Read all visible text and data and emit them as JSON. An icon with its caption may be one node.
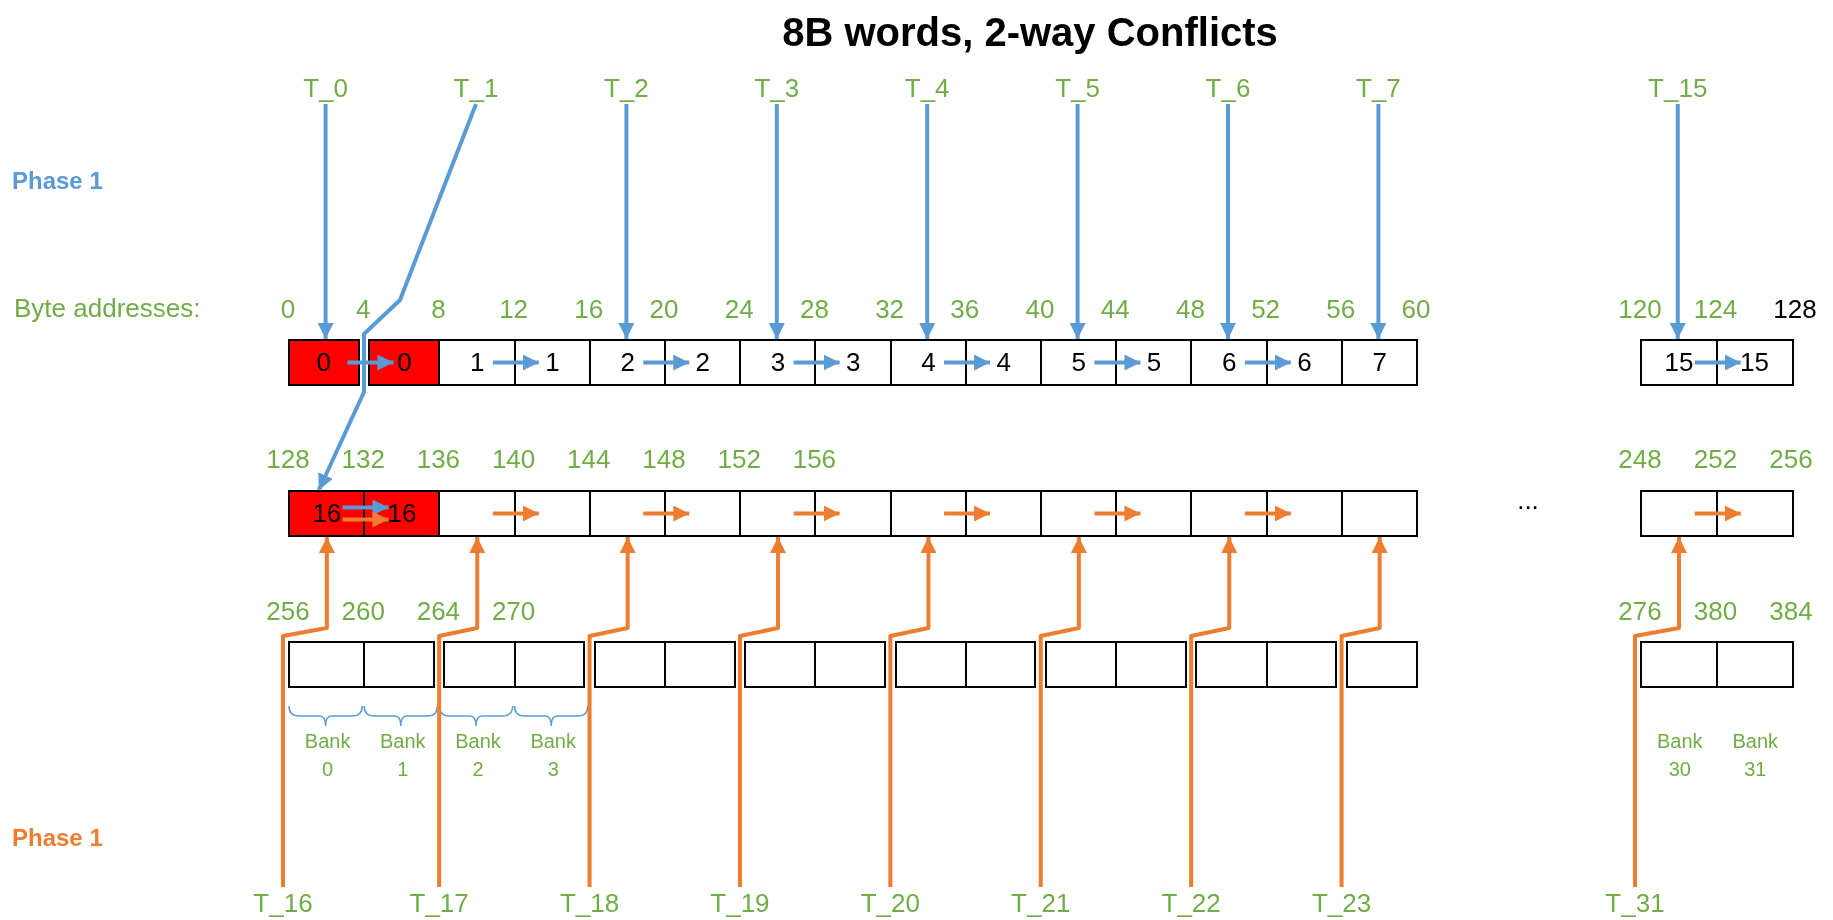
{
  "diagram": {
    "title": "8B words, 2-way Conflicts",
    "nodes": [
      {
        "text": [
          "T_0"
        ]
      },
      {
        "text": [
          "T_1"
        ]
      },
      {
        "text": [
          "T_2"
        ]
      },
      {
        "text": [
          "T_3"
        ]
      },
      {
        "text": [
          "T_4"
        ]
      },
      {
        "text": [
          "T_5"
        ]
      },
      {
        "text": [
          "T_6"
        ]
      },
      {
        "text": [
          "T_7"
        ]
      },
      {
        "text": [
          "T_15"
        ]
      },
      {
        "text": [
          "0"
        ]
      },
      {
        "text": [
          "0"
        ]
      },
      {
        "text": [
          "1"
        ]
      },
      {
        "text": [
          "1"
        ]
      },
      {
        "text": [
          "2"
        ]
      },
      {
        "text": [
          "2"
        ]
      },
      {
        "text": [
          "3"
        ]
      },
      {
        "text": [
          "3"
        ]
      },
      {
        "text": [
          "4"
        ]
      },
      {
        "text": [
          "4"
        ]
      },
      {
        "text": [
          "5"
        ]
      },
      {
        "text": [
          "5"
        ]
      },
      {
        "text": [
          "6"
        ]
      },
      {
        "text": [
          "6"
        ]
      },
      {
        "text": [
          "7"
        ]
      },
      {
        "text": [
          "15"
        ]
      },
      {
        "text": [
          "15"
        ]
      },
      {
        "text": [
          "16"
        ]
      },
      {
        "text": [
          "16"
        ]
      },
      {
        "text": [],
        "shape": "box"
      },
      {
        "text": [],
        "shape": "box"
      },
      {
        "text": [],
        "shape": "box"
      },
      {
        "text": [],
        "shape": "box"
      },
      {
        "text": [],
        "shape": "box"
      },
      {
        "text": [],
        "shape": "box"
      },
      {
        "text": [],
        "shape": "box"
      },
      {
        "text": [],
        "shape": "box"
      },
      {
        "text": [],
        "shape": "box"
      },
      {
        "text": [],
        "shape": "box"
      },
      {
        "text": [],
        "shape": "box"
      },
      {
        "text": [],
        "shape": "box"
      },
      {
        "text": [],
        "shape": "box"
      },
      {
        "text": [],
        "shape": "box"
      },
      {
        "text": [],
        "shape": "box"
      },
      {
        "text": [],
        "shape": "box"
      },
      {
        "text": [],
        "shape": "box"
      },
      {
        "text": [],
        "shape": "box"
      },
      {
        "text": [],
        "shape": "box"
      },
      {
        "text": [],
        "shape": "box"
      },
      {
        "text": [],
        "shape": "box"
      },
      {
        "text": [],
        "shape": "box"
      },
      {
        "text": [],
        "shape": "box"
      },
      {
        "text": [],
        "shape": "box"
      },
      {
        "text": [],
        "shape": "box"
      },
      {
        "text": [],
        "shape": "box"
      },
      {
        "text": [],
        "shape": "box"
      },
      {
        "text": [],
        "shape": "box"
      },
      {
        "text": [],
        "shape": "box"
      },
      {
        "text": [],
        "shape": "box"
      },
      {
        "text": [],
        "shape": "box"
      },
      {
        "text": [],
        "shape": "box"
      },
      {
        "text": [
          "T_16"
        ]
      },
      {
        "text": [
          "T_17"
        ]
      },
      {
        "text": [
          "T_18"
        ]
      },
      {
        "text": [
          "T_19"
        ]
      },
      {
        "text": [
          "T_20"
        ]
      },
      {
        "text": [
          "T_21"
        ]
      },
      {
        "text": [
          "T_22"
        ]
      },
      {
        "text": [
          "T_23"
        ]
      },
      {
        "text": [
          "T_31"
        ]
      }
    ],
    "edges": [
      {
        "from": 0,
        "to": 9,
        "arrow": "to",
        "color": "#5b9bd5"
      },
      {
        "from": 1,
        "to": 26,
        "arrow": "to",
        "color": "#5b9bd5"
      },
      {
        "from": 2,
        "to": 13,
        "arrow": "to",
        "color": "#5b9bd5"
      },
      {
        "from": 3,
        "to": 15,
        "arrow": "to",
        "color": "#5b9bd5"
      },
      {
        "from": 4,
        "to": 17,
        "arrow": "to",
        "color": "#5b9bd5"
      },
      {
        "from": 5,
        "to": 19,
        "arrow": "to",
        "color": "#5b9bd5"
      },
      {
        "from": 6,
        "to": 21,
        "arrow": "to",
        "color": "#5b9bd5"
      },
      {
        "from": 7,
        "to": 23,
        "arrow": "to",
        "color": "#5b9bd5"
      },
      {
        "from": 8,
        "to": 24,
        "arrow": "to",
        "color": "#5b9bd5"
      },
      {
        "from": 9,
        "to": 10,
        "arrow": "to",
        "color": "#5b9bd5"
      },
      {
        "from": 11,
        "to": 12,
        "arrow": "to",
        "color": "#5b9bd5"
      },
      {
        "from": 13,
        "to": 14,
        "arrow": "to",
        "color": "#5b9bd5"
      },
      {
        "from": 15,
        "to": 16,
        "arrow": "to",
        "color": "#5b9bd5"
      },
      {
        "from": 17,
        "to": 18,
        "arrow": "to",
        "color": "#5b9bd5"
      },
      {
        "from": 19,
        "to": 20,
        "arrow": "to",
        "color": "#5b9bd5"
      },
      {
        "from": 21,
        "to": 22,
        "arrow": "to",
        "color": "#5b9bd5"
      },
      {
        "from": 24,
        "to": 25,
        "arrow": "to",
        "color": "#5b9bd5"
      },
      {
        "from": 26,
        "to": 27,
        "arrow": "to",
        "color": "#5b9bd5"
      },
      {
        "from": 26,
        "to": 27,
        "arrow": "to",
        "color": "#ed7d31"
      },
      {
        "from": 28,
        "to": 29,
        "arrow": "to",
        "color": "#ed7d31"
      },
      {
        "from": 30,
        "to": 31,
        "arrow": "to",
        "color": "#ed7d31"
      },
      {
        "from": 32,
        "to": 33,
        "arrow": "to",
        "color": "#ed7d31"
      },
      {
        "from": 34,
        "to": 35,
        "arrow": "to",
        "color": "#ed7d31"
      },
      {
        "from": 36,
        "to": 37,
        "arrow": "to",
        "color": "#ed7d31"
      },
      {
        "from": 38,
        "to": 39,
        "arrow": "to",
        "color": "#ed7d31"
      },
      {
        "from": 41,
        "to": 42,
        "arrow": "to",
        "color": "#ed7d31"
      },
      {
        "from": 60,
        "to": 26,
        "arrow": "to",
        "color": "#ed7d31"
      },
      {
        "from": 61,
        "to": 28,
        "arrow": "to",
        "color": "#ed7d31"
      },
      {
        "from": 62,
        "to": 30,
        "arrow": "to",
        "color": "#ed7d31"
      },
      {
        "from": 63,
        "to": 32,
        "arrow": "to",
        "color": "#ed7d31"
      },
      {
        "from": 64,
        "to": 34,
        "arrow": "to",
        "color": "#ed7d31"
      },
      {
        "from": 65,
        "to": 36,
        "arrow": "to",
        "color": "#ed7d31"
      },
      {
        "from": 66,
        "to": 38,
        "arrow": "to",
        "color": "#ed7d31"
      },
      {
        "from": 67,
        "to": 40,
        "arrow": "to",
        "color": "#ed7d31"
      },
      {
        "from": 68,
        "to": 41,
        "arrow": "to",
        "color": "#ed7d31"
      }
    ],
    "labels": [
      "Phase 1",
      "Byte addresses:",
      "0",
      "4",
      "8",
      "12",
      "16",
      "20",
      "24",
      "28",
      "32",
      "36",
      "40",
      "44",
      "48",
      "52",
      "56",
      "60",
      "120",
      "124",
      "128",
      "128",
      "132",
      "136",
      "140",
      "144",
      "148",
      "152",
      "156",
      "248",
      "252",
      "256",
      "...",
      "256",
      "260",
      "264",
      "270",
      "276",
      "380",
      "384",
      "Bank 0",
      "Bank 1",
      "Bank 2",
      "Bank 3",
      "Bank 30",
      "Bank 31",
      "Phase 1"
    ]
  }
}
